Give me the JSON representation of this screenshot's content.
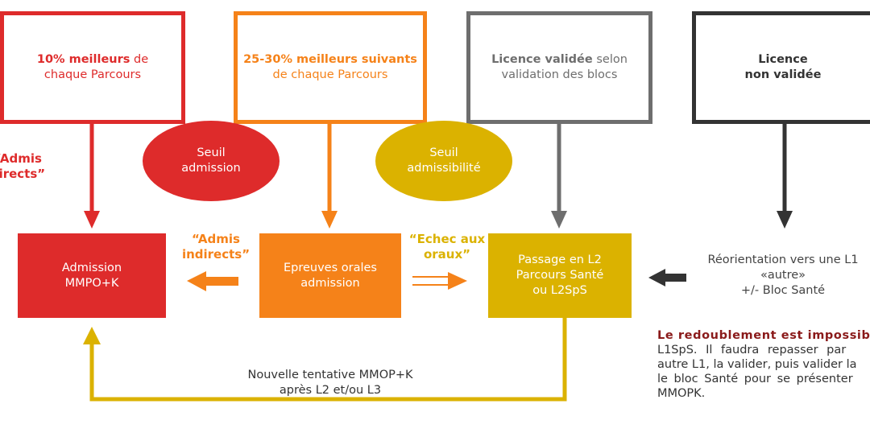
{
  "colors": {
    "red": "#de2b2b",
    "orange": "#f58219",
    "gold": "#dbb200",
    "gray": "#6e6e6e",
    "dark": "#333333",
    "darkred": "#8a1a1a"
  },
  "top_boxes": {
    "best10": {
      "bold": "10% meilleurs",
      "rest1": " de",
      "rest2": "chaque Parcours"
    },
    "next25": {
      "bold": "25-30% meilleurs suivants",
      "rest": "de chaque Parcours"
    },
    "licence_ok": {
      "bold": "Licence validée",
      "rest1": " selon",
      "rest2": "validation des blocs"
    },
    "licence_ko": {
      "line1": "Licence",
      "line2": "non validée"
    }
  },
  "ovals": {
    "seuil_admission": {
      "line1": "Seuil",
      "line2": "admission"
    },
    "seuil_admissibilite": {
      "line1": "Seuil",
      "line2": "admissibilité"
    }
  },
  "labels": {
    "admis_directs": {
      "line1": "“Admis",
      "line2": "directs”"
    },
    "admis_indirects": {
      "line1": "“Admis",
      "line2": "indirects”"
    },
    "echec_oraux": {
      "line1": "“Echec aux",
      "line2": "oraux”"
    }
  },
  "mid_boxes": {
    "admission": {
      "line1": "Admission",
      "line2": "MMPO+K"
    },
    "epreuves": {
      "line1": "Epreuves orales",
      "line2": "admission"
    },
    "passage": {
      "line1": "Passage en L2",
      "line2": "Parcours Santé",
      "line3": "ou L2SpS"
    }
  },
  "reorientation": {
    "line1": "Réorientation vers une L1",
    "line2": "«autre»",
    "line3": "+/- Bloc Santé"
  },
  "nouvelle_tentative": {
    "line1": "Nouvelle tentative MMOP+K",
    "line2": "après L2 et/ou L3"
  },
  "redoublement": {
    "bold": "Le redoublement est impossible",
    "line1": "L1SpS. Il faudra repasser par",
    "line2": "autre L1, la valider, puis valider la",
    "line3": "le bloc Santé pour se présenter",
    "line4": "MMOPK."
  }
}
